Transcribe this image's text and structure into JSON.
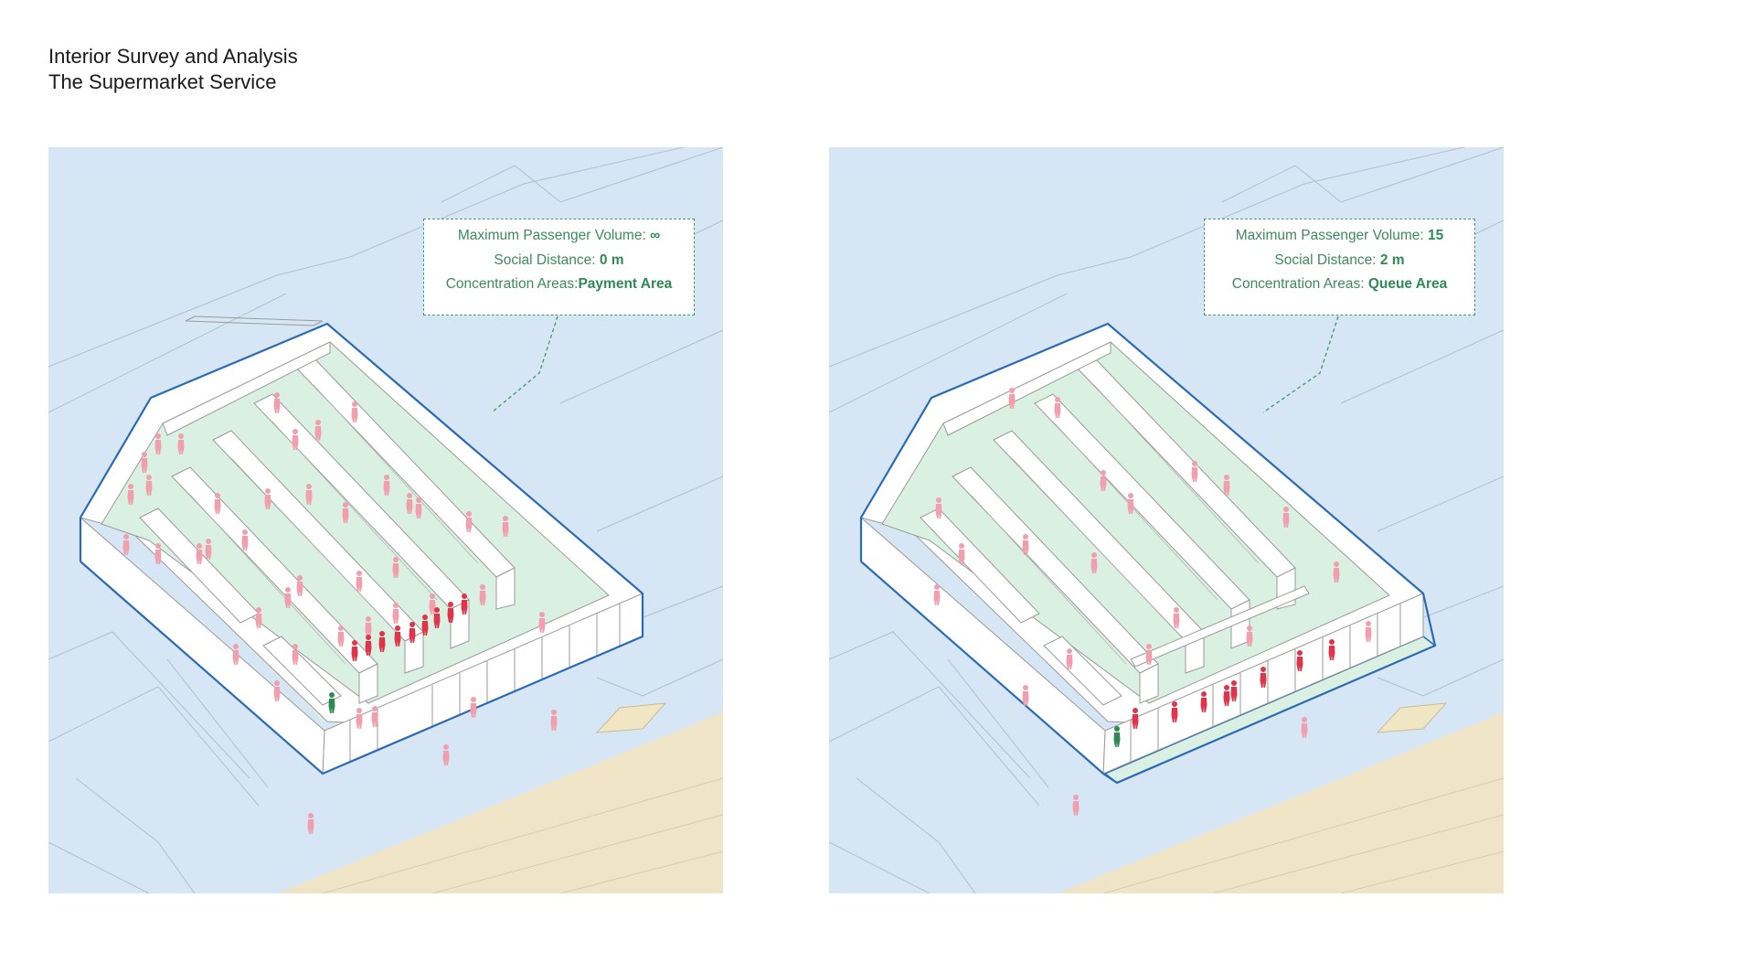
{
  "page": {
    "title": "Interior Survey and Analysis",
    "subtitle": "The Supermarket Service"
  },
  "colors": {
    "background": "#d6e6f5",
    "street": "#efe5c6",
    "floor": "#daf0e2",
    "building_outline": "#2b6ab5",
    "person_crowd": "#f19fae",
    "person_queue": "#e0344a",
    "person_staff": "#2e8a55",
    "info_text": "#3d8a5f"
  },
  "panels": [
    {
      "info": {
        "volume_label": "Maximum Passenger Volume: ",
        "volume_value": "∞",
        "distance_label": "Social Distance: ",
        "distance_value": "0 m",
        "areas_label": "Concentration Areas:",
        "areas_value": "Payment Area"
      }
    },
    {
      "info": {
        "volume_label": "Maximum Passenger Volume: ",
        "volume_value": "15",
        "distance_label": "Social Distance: ",
        "distance_value": "2 m",
        "areas_label": "Concentration Areas: ",
        "areas_value": "Queue Area"
      }
    }
  ]
}
